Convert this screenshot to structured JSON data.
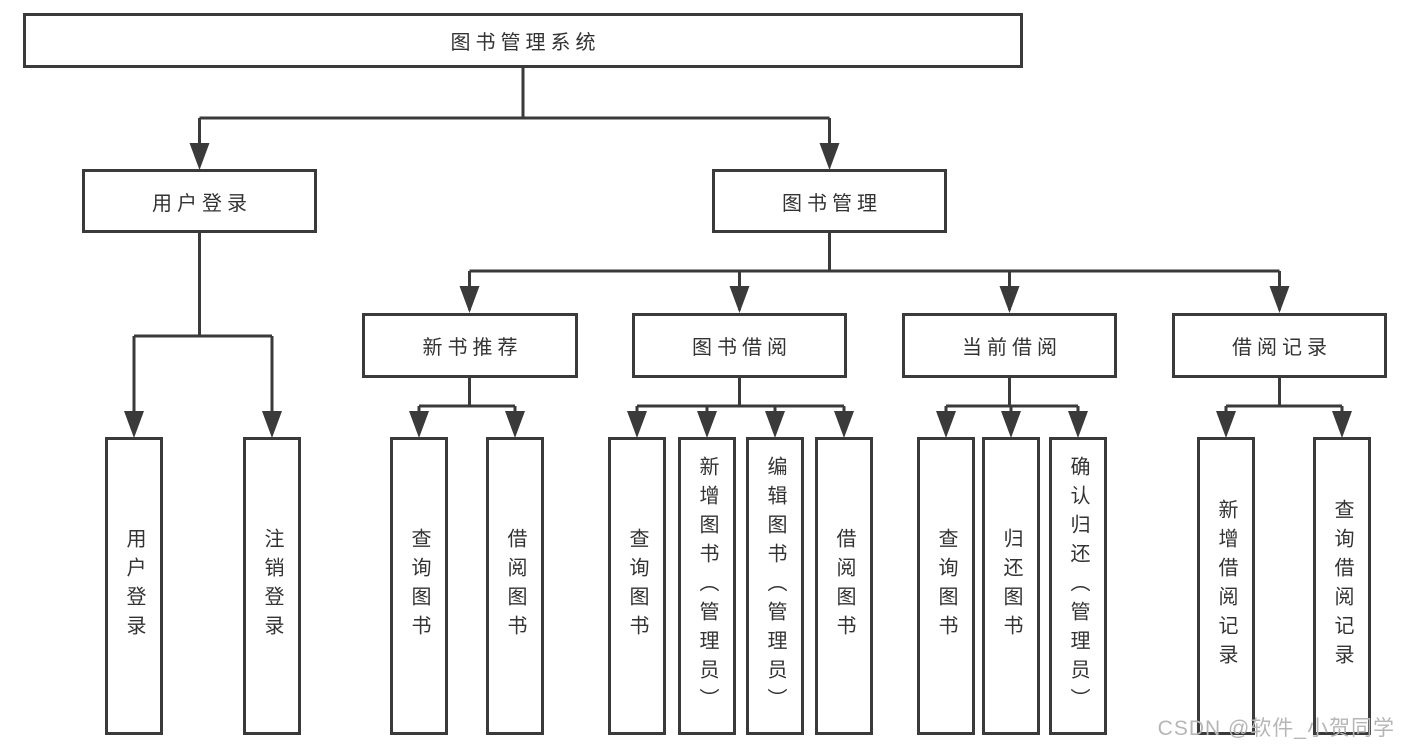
{
  "title": {
    "label": "图书管理系统"
  },
  "level2": [
    {
      "label": "用户登录"
    },
    {
      "label": "图书管理"
    }
  ],
  "level3": [
    {
      "label": "新书推荐"
    },
    {
      "label": "图书借阅"
    },
    {
      "label": "当前借阅"
    },
    {
      "label": "借阅记录"
    }
  ],
  "leaves": [
    {
      "label": "用户登录"
    },
    {
      "label": "注销登录"
    },
    {
      "label": "查询图书"
    },
    {
      "label": "借阅图书"
    },
    {
      "label": "查询图书"
    },
    {
      "label": "新增图书（管理员）"
    },
    {
      "label": "编辑图书（管理员）"
    },
    {
      "label": "借阅图书"
    },
    {
      "label": "查询图书"
    },
    {
      "label": "归还图书"
    },
    {
      "label": "确认归还（管理员）"
    },
    {
      "label": "新增借阅记录"
    },
    {
      "label": "查询借阅记录"
    }
  ],
  "watermark": {
    "text": "CSDN @软件_小贺同学"
  },
  "colors": {
    "line": "#3a3a3a",
    "text": "#333333",
    "background": "#ffffff",
    "watermark": "#b6b6b6"
  }
}
